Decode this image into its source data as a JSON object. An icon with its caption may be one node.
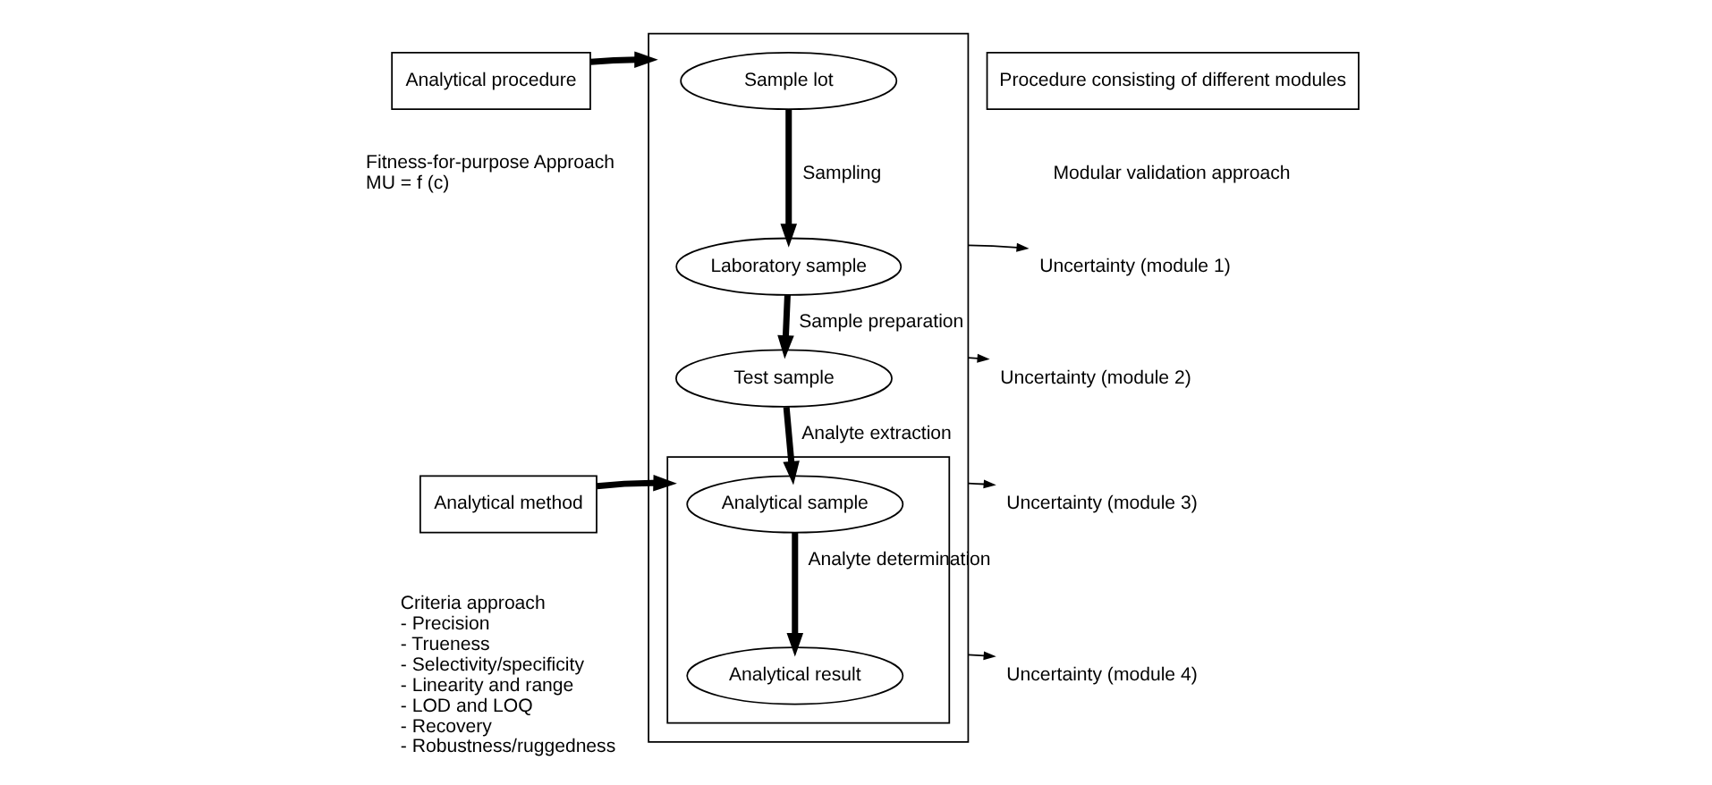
{
  "diagram": {
    "nodes": [
      {
        "text": [
          "Analytical procedure"
        ],
        "beside": [
          "Fitness-for-purpose Approach",
          "MU = f (c)"
        ]
      },
      {
        "text": [
          "Analytical method"
        ],
        "beside": [
          "Criteria approach",
          "- Precision",
          "- Trueness",
          "- Selectivity/specificity",
          "- Linearity and range",
          "- LOD and LOQ",
          "- Recovery",
          "- Robustness/ruggedness"
        ]
      },
      {
        "text": [],
        "shape": "box"
      },
      {
        "text": [
          "Sample lot"
        ],
        "in": 2
      },
      {
        "text": [
          "Laboratory sample"
        ],
        "in": 2
      },
      {
        "text": [
          "Test sample"
        ],
        "in": 2
      },
      {
        "text": [],
        "shape": "box",
        "in": 2
      },
      {
        "text": [
          "Analytical sample"
        ],
        "in": 6
      },
      {
        "text": [
          "Analytical result"
        ],
        "in": 6
      },
      {
        "text": [
          "Procedure consisting of different modules"
        ],
        "beside": [
          "Modular validation approach"
        ]
      },
      {
        "text": [
          "Uncertainty (module 1)"
        ]
      },
      {
        "text": [
          "Uncertainty (module 2)"
        ]
      },
      {
        "text": [
          "Uncertainty (module 3)"
        ]
      },
      {
        "text": [
          "Uncertainty (module 4)"
        ]
      }
    ],
    "edges": [
      {
        "from": 0,
        "to": 2,
        "arrow": "to"
      },
      {
        "from": 1,
        "to": 6,
        "arrow": "to"
      },
      {
        "from": 3,
        "to": 4,
        "arrow": "to",
        "label": "Sampling"
      },
      {
        "from": 4,
        "to": 5,
        "arrow": "to",
        "label": "Sample preparation"
      },
      {
        "from": 5,
        "to": 7,
        "arrow": "to",
        "label": "Analyte extraction"
      },
      {
        "from": 7,
        "to": 8,
        "arrow": "to",
        "label": "Analyte determination"
      },
      {
        "from": 2,
        "to": 10,
        "arrow": "to"
      },
      {
        "from": 2,
        "to": 11,
        "arrow": "to"
      },
      {
        "from": 2,
        "to": 12,
        "arrow": "to"
      },
      {
        "from": 2,
        "to": 13,
        "arrow": "to"
      }
    ]
  }
}
